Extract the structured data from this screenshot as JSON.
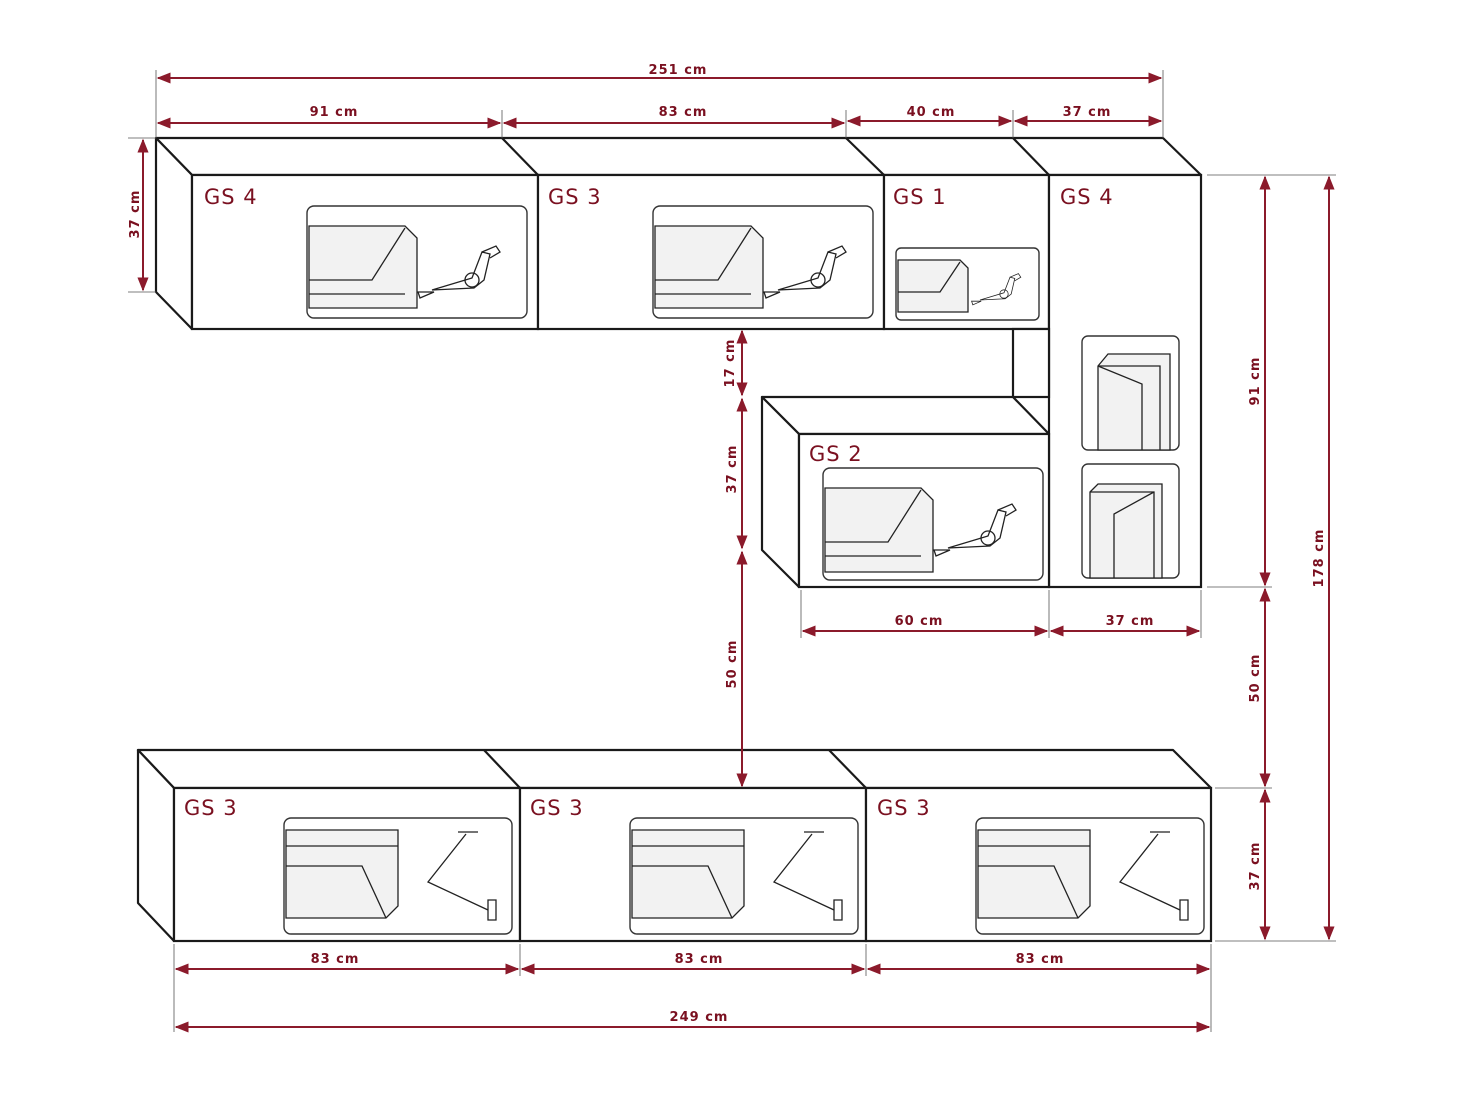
{
  "colors": {
    "dimension": "#8b1a2b",
    "label": "#7a1020",
    "outline": "#1a1a1a"
  },
  "modules": {
    "top_1": "GS 4",
    "top_2": "GS 3",
    "top_3": "GS 1",
    "tall": "GS 4",
    "mid": "GS 2",
    "bottom_1": "GS 3",
    "bottom_2": "GS 3",
    "bottom_3": "GS 3"
  },
  "dimensions": {
    "total_top_width": "251 cm",
    "top_w1": "91 cm",
    "top_w2": "83 cm",
    "top_w3": "40 cm",
    "top_w4": "37 cm",
    "top_height": "37 cm",
    "gap_top_mid": "17 cm",
    "mid_height": "37 cm",
    "gap_mid_bottom": "50 cm",
    "mid_width": "60 cm",
    "tall_width": "37 cm",
    "tall_height": "91 cm",
    "gap_right": "50 cm",
    "bottom_height": "37 cm",
    "total_height": "178 cm",
    "bottom_w1": "83 cm",
    "bottom_w2": "83 cm",
    "bottom_w3": "83 cm",
    "total_bottom_width": "249 cm"
  }
}
